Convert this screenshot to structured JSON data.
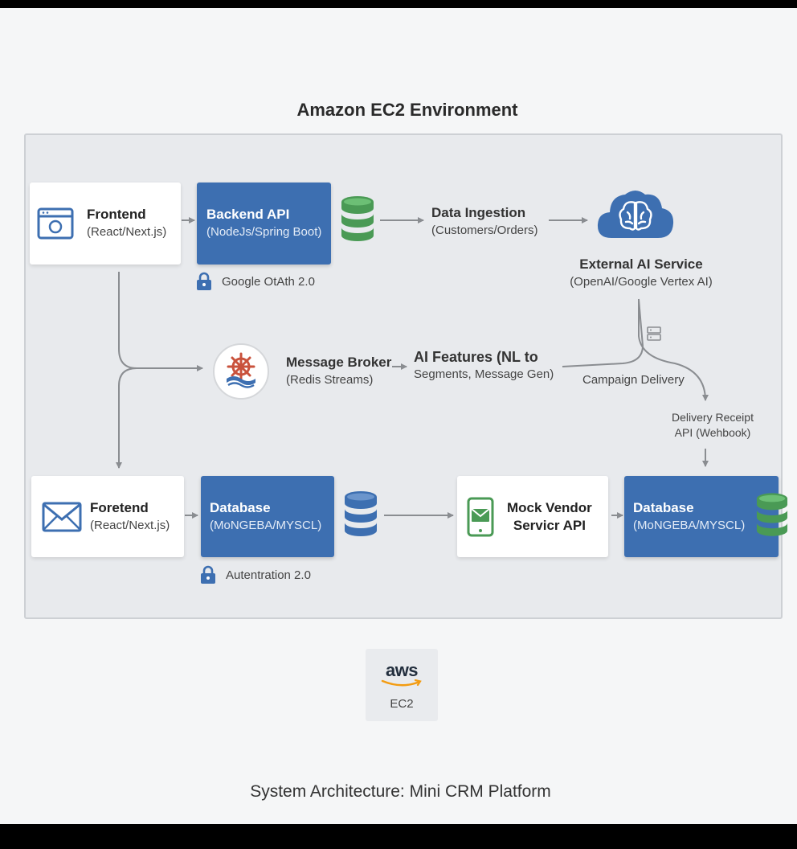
{
  "environment": {
    "title": "Amazon EC2 Environment"
  },
  "nodes": {
    "frontend_top": {
      "title": "Frontend",
      "subtitle": "(React/Next.js)"
    },
    "backend_api": {
      "title": "Backend API",
      "subtitle": "(NodeJs/Spring Boot)"
    },
    "data_ingestion": {
      "title": "Data Ingestion",
      "subtitle": "(Customers/Orders)"
    },
    "external_ai": {
      "title": "External AI Service",
      "subtitle": "(OpenAI/Google Vertex AI)"
    },
    "message_broker": {
      "title": "Message Broker",
      "subtitle": "(Redis Streams)"
    },
    "ai_features": {
      "title": "AI Features (NL to",
      "subtitle": "Segments, Message Gen)"
    },
    "frontend_bottom": {
      "title": "Foretend",
      "subtitle": "(React/Next.js)"
    },
    "database_left": {
      "title": "Database",
      "subtitle": "(MoNGEBA/MYSCL)"
    },
    "mock_vendor": {
      "title": "Mock Vendor",
      "subtitle": "Servicr API"
    },
    "database_right": {
      "title": "Database",
      "subtitle": "(MoNGEBA/MYSCL)"
    }
  },
  "labels": {
    "google_oauth": "Google OtAth 2.0",
    "authentication": "Autentration 2.0",
    "campaign_delivery": "Campaign Delivery",
    "delivery_receipt_line1": "Delivery Receipt",
    "delivery_receipt_line2": "API (Wehbook)"
  },
  "aws_badge": {
    "logo": "aws",
    "label": "EC2"
  },
  "caption": "System Architecture: Mini CRM Platform",
  "icons": [
    "browser-window-icon",
    "database-icon",
    "cloud-brain-icon",
    "lock-icon",
    "ship-wheel-icon",
    "envelope-icon",
    "mobile-message-icon",
    "server-icon",
    "aws-logo-icon"
  ],
  "colors": {
    "primary_blue": "#3d6fb1",
    "database_green": "#4a9a55",
    "database_blue": "#3d6fb1",
    "broker_red": "#c9523c"
  }
}
